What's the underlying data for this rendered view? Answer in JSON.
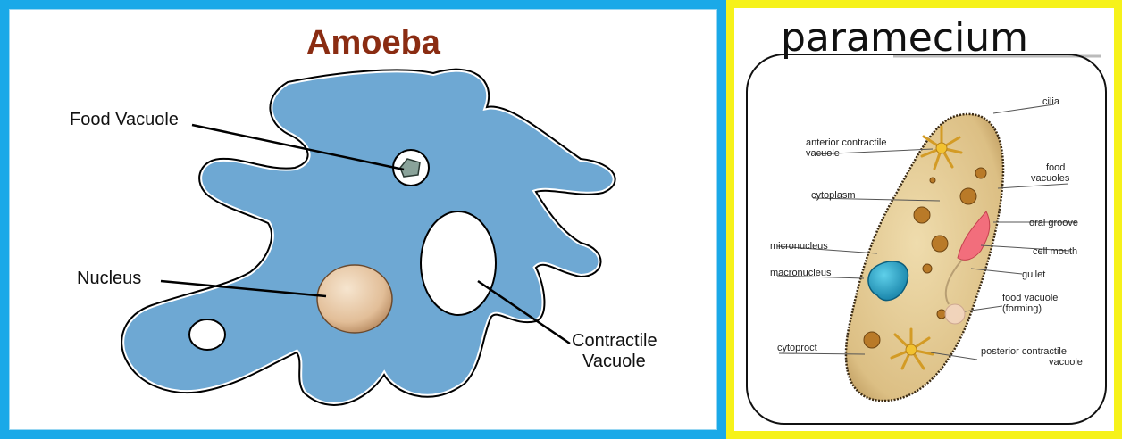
{
  "amoeba": {
    "title": "Amoeba",
    "labels": {
      "food_vacuole": "Food Vacuole",
      "nucleus": "Nucleus",
      "contractile_line1": "Contractile",
      "contractile_line2": "Vacuole"
    },
    "colors": {
      "frame": "#1aa9e8",
      "body": "#6ea8d3",
      "title": "#8a2c12",
      "nucleus": "#e9c9a3"
    }
  },
  "paramecium": {
    "title": "paramecium",
    "labels": {
      "cilia": "cilia",
      "anterior_1": "anterior contractile",
      "anterior_2": "vacuole",
      "food_vacuoles_1": "food",
      "food_vacuoles_2": "vacuoles",
      "cytoplasm": "cytoplasm",
      "oral_groove": "oral groove",
      "micronucleus": "micronucleus",
      "cell_mouth": "cell mouth",
      "macronucleus": "macronucleus",
      "gullet": "gullet",
      "forming_1": "food vacuole",
      "forming_2": "(forming)",
      "cytoproct": "cytoproct",
      "posterior_1": "posterior contractile",
      "posterior_2": "vacuole"
    },
    "colors": {
      "frame": "#f6f21a",
      "body": "#e2c891",
      "macronucleus": "#1fa6c9",
      "oral": "#f26e7c"
    }
  }
}
